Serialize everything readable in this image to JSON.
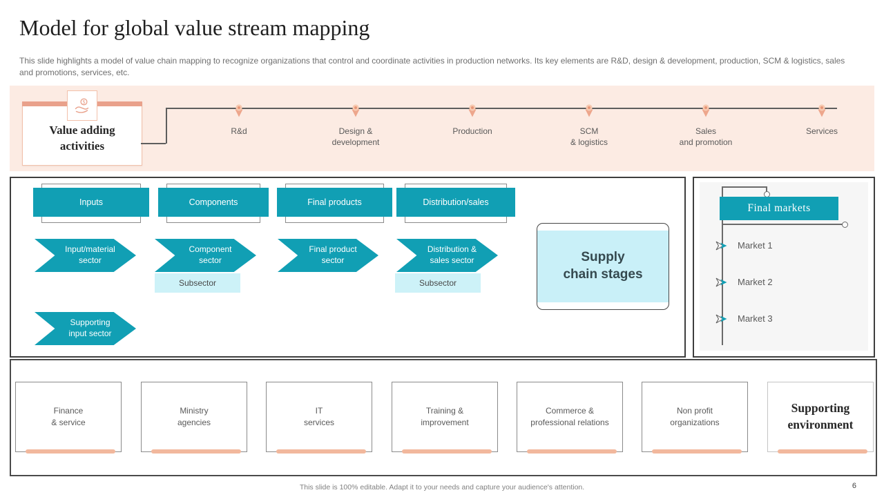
{
  "header": {
    "title": "Model for global value stream mapping",
    "description": "This slide highlights a model of value chain mapping to recognize organizations that control and coordinate activities in production networks. Its key elements are R&D, design & development, production, SCM & logistics, sales and promotions, services, etc."
  },
  "banner": {
    "card": {
      "title": "Value adding\nactivities",
      "icon": "hand-coin-icon"
    },
    "stages": [
      {
        "label": "R&d"
      },
      {
        "label": "Design &\ndevelopment"
      },
      {
        "label": "Production"
      },
      {
        "label": "SCM\n& logistics"
      },
      {
        "label": "Sales\nand promotion"
      },
      {
        "label": "Services"
      }
    ]
  },
  "diagram": {
    "chain_boxes": [
      {
        "label": "Inputs"
      },
      {
        "label": "Components"
      },
      {
        "label": "Final products"
      },
      {
        "label": "Distribution/sales"
      }
    ],
    "sector_arrows": [
      {
        "label": "Input/material\nsector"
      },
      {
        "label": "Component\nsector"
      },
      {
        "label": "Final product\nsector"
      },
      {
        "label": "Distribution &\nsales sector"
      }
    ],
    "subsectors": [
      {
        "label": "Subsector"
      },
      {
        "label": "Subsector"
      }
    ],
    "supporting_arrow": {
      "label": "Supporting\ninput sector"
    },
    "supply_chain": {
      "label": "Supply\nchain stages"
    }
  },
  "markets": {
    "header": "Final markets",
    "items": [
      {
        "label": "Market 1"
      },
      {
        "label": "Market 2"
      },
      {
        "label": "Market 3"
      }
    ]
  },
  "environment": {
    "boxes": [
      {
        "label": "Finance\n& service"
      },
      {
        "label": "Ministry\nagencies"
      },
      {
        "label": "IT\nservices"
      },
      {
        "label": "Training &\nimprovement"
      },
      {
        "label": "Commerce &\nprofessional relations"
      },
      {
        "label": "Non profit\norganizations"
      }
    ],
    "title": {
      "label": "Supporting\nenvironment"
    }
  },
  "footer": {
    "note": "This slide is 100% editable. Adapt it to your needs and capture your audience's attention.",
    "page_number": "6"
  },
  "colors": {
    "teal": "#119fb4",
    "light_cyan": "#cdf2f8",
    "banner_pink": "#fcebe3",
    "salmon": "#e9a18b",
    "salmon_light": "#f2b89d",
    "dark_border": "#3d3d3d",
    "text_gray": "#595959"
  }
}
